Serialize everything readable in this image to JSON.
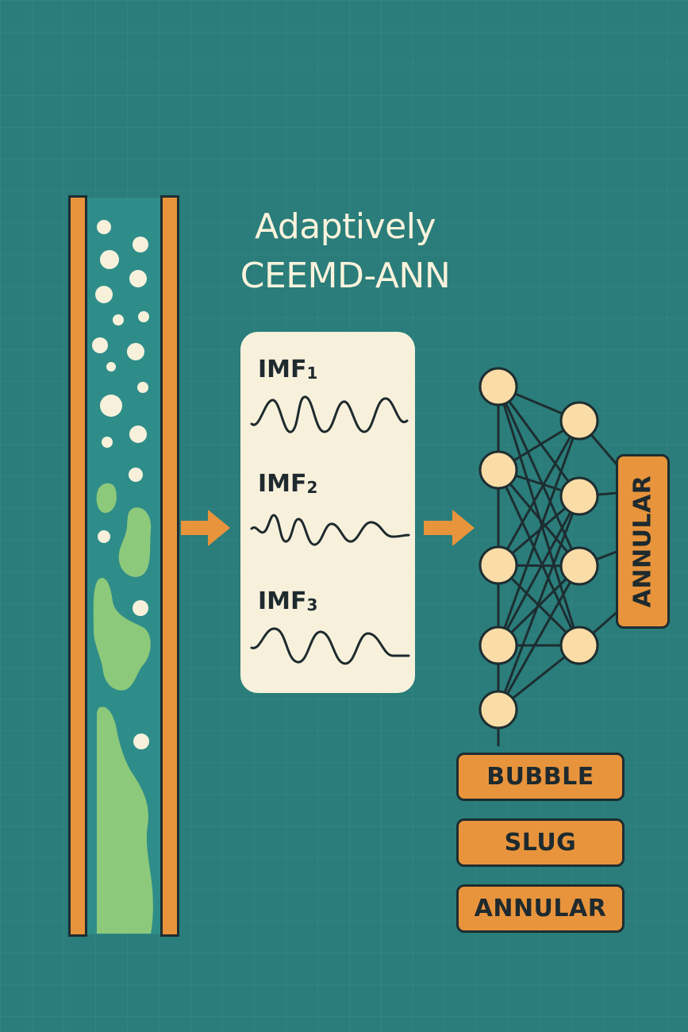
{
  "title": {
    "line1": "Adaptively",
    "line2": "CEEMD-ANN"
  },
  "imf_panel": {
    "labels": [
      {
        "base": "IMF",
        "sub": "1"
      },
      {
        "base": "IMF",
        "sub": "2"
      },
      {
        "base": "IMF",
        "sub": "3"
      }
    ]
  },
  "outputs": {
    "side_label": "ANNULAR",
    "classes": [
      "BUBBLE",
      "SLUG",
      "ANNULAR"
    ]
  },
  "colors": {
    "background": "#2a7d7a",
    "pipe_wall": "#e8943c",
    "pipe_interior": "#2f8d89",
    "bubble": "#f7f1dc",
    "liquid": "#8dc97a",
    "panel": "#f7f1dc",
    "node": "#f9dca6",
    "outline": "#1d2d31",
    "arrow": "#e8943c"
  }
}
